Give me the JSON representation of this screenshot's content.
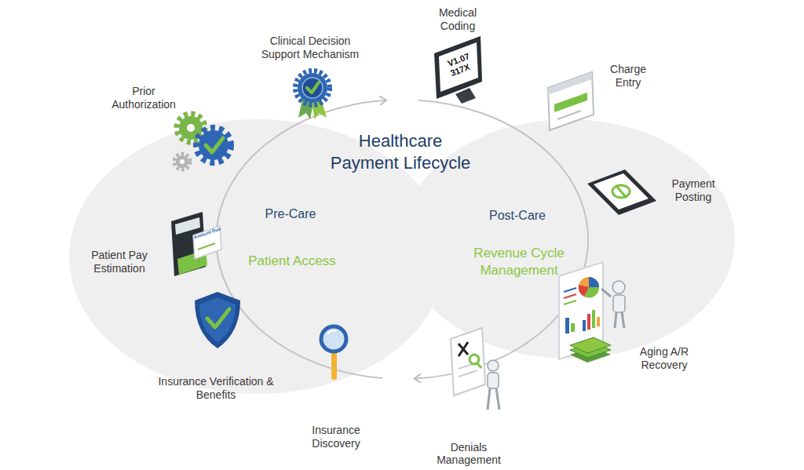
{
  "diagram": {
    "title": "Healthcare Payment Lifecycle",
    "nodes": [
      {
        "text": [
          "Pre-Care",
          "Patient Access"
        ]
      },
      {
        "text": [
          "Post-Care",
          "Revenue Cycle Management"
        ]
      }
    ],
    "labels": [
      "Medical Coding",
      "Charge Entry",
      "Payment Posting",
      "Aging A/R Recovery",
      "Denials Management",
      "Insurance Discovery",
      "Insurance Verification & Benefits",
      "Patient Pay Estimation",
      "Prior Authorization",
      "Clinical Decision Support Mechanism",
      "V1.07",
      "317X",
      "Amount Due"
    ]
  }
}
